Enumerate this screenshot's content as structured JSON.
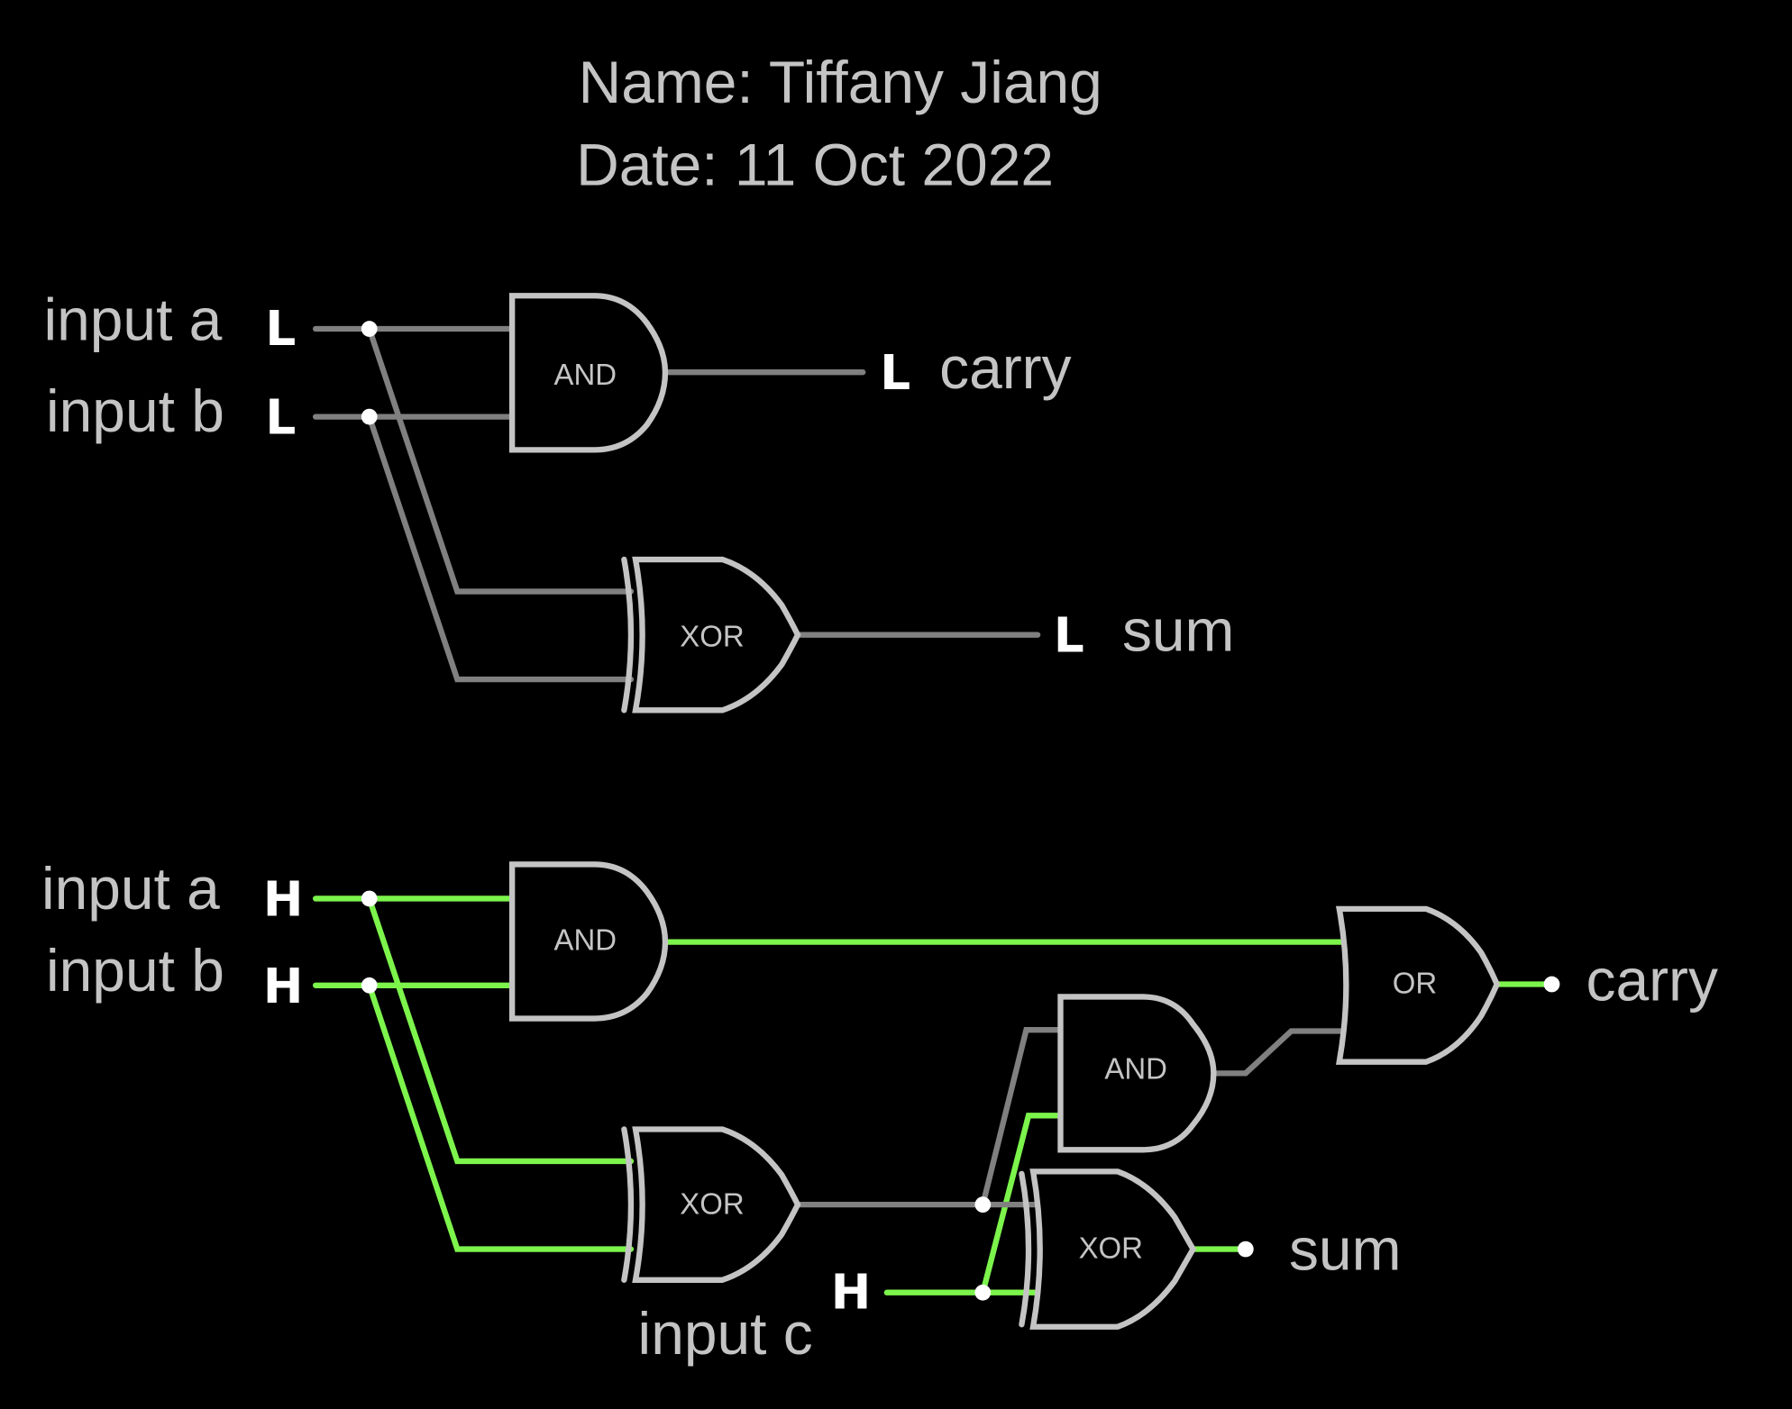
{
  "header": {
    "name_line": "Name: Tiffany Jiang",
    "date_line": "Date: 11 Oct 2022"
  },
  "colors": {
    "background": "#000000",
    "text": "#c4c4c4",
    "gate_outline": "#c4c4c4",
    "wire_low": "#808080",
    "wire_high": "#7cf44c",
    "level_text": "#ffffff",
    "node": "#ffffff"
  },
  "half_adder": {
    "title": "half adder",
    "inputs": [
      {
        "label": "input a",
        "level": "L"
      },
      {
        "label": "input b",
        "level": "L"
      }
    ],
    "gates": [
      {
        "type": "AND",
        "label": "AND"
      },
      {
        "type": "XOR",
        "label": "XOR"
      }
    ],
    "outputs": [
      {
        "label": "carry",
        "level": "L"
      },
      {
        "label": "sum",
        "level": "L"
      }
    ]
  },
  "full_adder": {
    "title": "full adder",
    "inputs": [
      {
        "label": "input a",
        "level": "H"
      },
      {
        "label": "input b",
        "level": "H"
      },
      {
        "label": "input c",
        "level": "H"
      }
    ],
    "gates": [
      {
        "type": "AND",
        "label": "AND"
      },
      {
        "type": "XOR",
        "label": "XOR"
      },
      {
        "type": "AND",
        "label": "AND"
      },
      {
        "type": "XOR",
        "label": "XOR"
      },
      {
        "type": "OR",
        "label": "OR"
      }
    ],
    "outputs": [
      {
        "label": "carry",
        "level": ""
      },
      {
        "label": "sum",
        "level": ""
      }
    ]
  }
}
